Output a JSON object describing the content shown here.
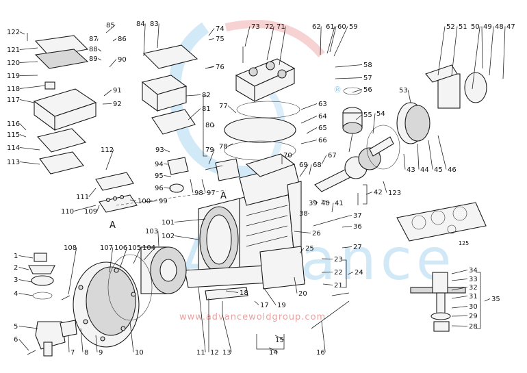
{
  "watermark": {
    "brand": "Advance",
    "url": "www.advancewoldgroup.com",
    "registered_mark": "®",
    "colors": {
      "logo_blue": "#4aa8e0",
      "logo_red": "#e04a4a",
      "url_red": "#e58a8a"
    }
  },
  "section_marks": {
    "a1": "A",
    "a2": "A"
  },
  "gasket_set_label": "125",
  "callouts": [
    "1",
    "2",
    "3",
    "4",
    "5",
    "6",
    "7",
    "8",
    "9",
    "10",
    "11",
    "12",
    "13",
    "14",
    "15",
    "16",
    "17",
    "18",
    "19",
    "20",
    "21",
    "22",
    "23",
    "24",
    "25",
    "26",
    "27",
    "28",
    "29",
    "30",
    "31",
    "32",
    "33",
    "34",
    "35",
    "36",
    "37",
    "38",
    "39",
    "40",
    "41",
    "42",
    "43",
    "44",
    "45",
    "46",
    "47",
    "48",
    "49",
    "50",
    "51",
    "52",
    "53",
    "54",
    "55",
    "56",
    "57",
    "58",
    "59",
    "60",
    "61",
    "62",
    "63",
    "64",
    "65",
    "66",
    "67",
    "68",
    "69",
    "70",
    "71",
    "72",
    "73",
    "74",
    "75",
    "76",
    "77",
    "78",
    "79",
    "80",
    "81",
    "82",
    "83",
    "84",
    "85",
    "86",
    "87",
    "88",
    "89",
    "90",
    "91",
    "92",
    "93",
    "94",
    "95",
    "96",
    "97",
    "98",
    "99",
    "100",
    "101",
    "102",
    "103",
    "104",
    "105",
    "106",
    "107",
    "108",
    "109",
    "110",
    "111",
    "112",
    "113",
    "114",
    "115",
    "116",
    "117",
    "118",
    "119",
    "120",
    "121",
    "122",
    "123"
  ]
}
